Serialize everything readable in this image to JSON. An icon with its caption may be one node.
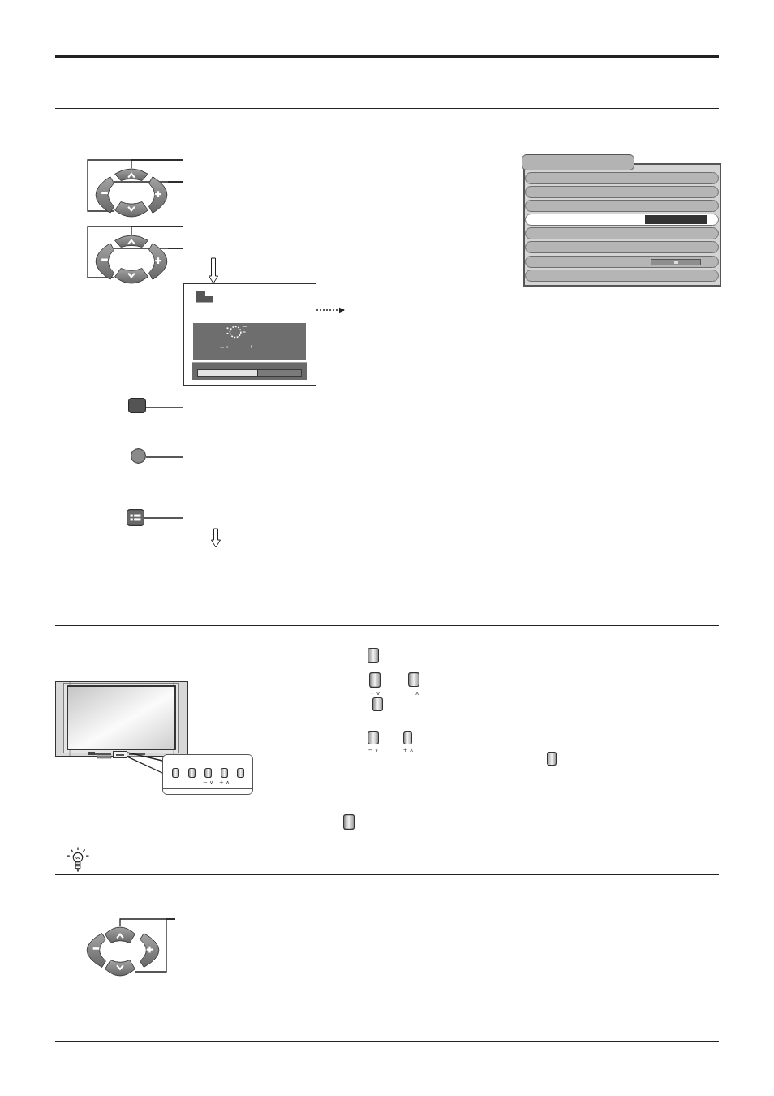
{
  "diagram": {
    "nodes": [
      {
        "text": [],
        "shape": "button"
      },
      {
        "text": [],
        "shape": "button"
      },
      {
        "text": [],
        "shape": "button"
      },
      {
        "text": [],
        "shape": "button"
      },
      {
        "text": [],
        "shape": "button"
      },
      {
        "text": [],
        "shape": "button"
      },
      {
        "text": [],
        "shape": "button"
      },
      {
        "text": [],
        "shape": "button"
      },
      {
        "text": [],
        "shape": "box"
      },
      {
        "text": [],
        "shape": "button"
      },
      {
        "text": [],
        "shape": "button"
      },
      {
        "text": [],
        "shape": "button"
      },
      {
        "text": [],
        "shape": "bar"
      },
      {
        "text": [],
        "shape": "box"
      },
      {
        "text": [],
        "shape": "button"
      },
      {
        "text": [],
        "shape": "button"
      },
      {
        "text": [],
        "shape": "button"
      },
      {
        "text": [],
        "shape": "button"
      }
    ],
    "edges": [
      {
        "from": null,
        "to": 0,
        "arrow": "none"
      },
      {
        "from": null,
        "to": 3,
        "arrow": "none"
      },
      {
        "from": null,
        "to": 1,
        "arrow": "none"
      },
      {
        "from": null,
        "to": 2,
        "arrow": "none"
      },
      {
        "from": null,
        "to": 4,
        "arrow": "none"
      },
      {
        "from": null,
        "to": 7,
        "arrow": "none"
      },
      {
        "from": null,
        "to": 5,
        "arrow": "none"
      },
      {
        "from": null,
        "to": 6,
        "arrow": "none"
      },
      {
        "from": null,
        "to": 8,
        "arrow": "to"
      },
      {
        "from": 8,
        "to": null,
        "arrow": "to",
        "style": "dashed"
      },
      {
        "from": null,
        "to": 9,
        "arrow": "none"
      },
      {
        "from": null,
        "to": 10,
        "arrow": "none"
      },
      {
        "from": null,
        "to": 11,
        "arrow": "none"
      },
      {
        "from": 12,
        "to": 13,
        "arrow": "none"
      },
      {
        "from": 12,
        "to": 13,
        "arrow": "none"
      },
      {
        "from": null,
        "to": 14,
        "arrow": "none"
      },
      {
        "from": null,
        "to": 17,
        "arrow": "none"
      }
    ],
    "labels": [
      "− ∨",
      "+ ∧",
      "− ∨",
      "+ ∧",
      "− ∨",
      "+ ∧"
    ]
  }
}
